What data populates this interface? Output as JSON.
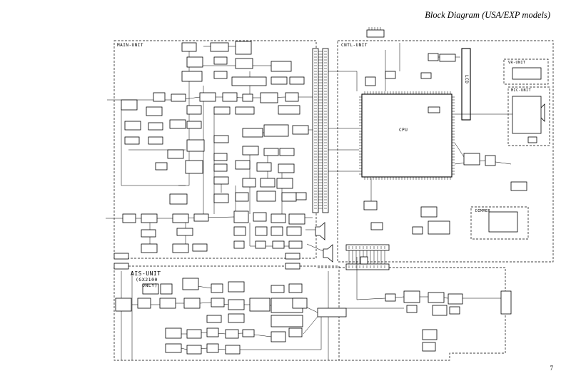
{
  "header": {
    "title": "Block Diagram (USA/EXP models)"
  },
  "footer": {
    "page_number": "7"
  },
  "units": {
    "main": "MAIN-UNIT",
    "cntl": "CNTL-UNIT",
    "ais": "AIS-UNIT",
    "ais_note_1": "(GX2100",
    "ais_note_2": "ONLY)",
    "vr": "VR-UNIT",
    "mic": "MIC-UNIT",
    "cpu": "CPU",
    "lcd": "LCD",
    "dimmer": "DIMMER"
  }
}
